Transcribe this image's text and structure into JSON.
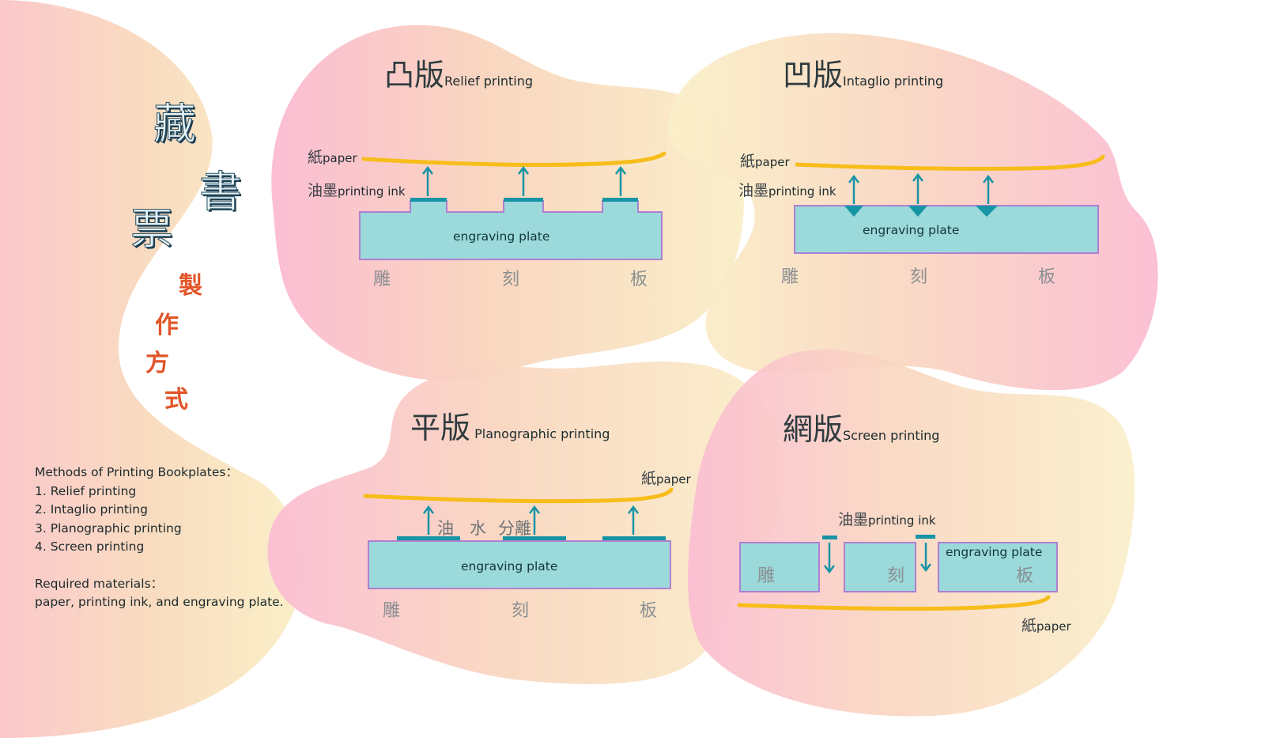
{
  "poster": {
    "title_chars": [
      "藏",
      "書",
      "票"
    ],
    "subtitle_chars": [
      "製",
      "作",
      "方",
      "式"
    ]
  },
  "colors": {
    "plate_fill": "#9bd9db",
    "plate_border": "#b07fd0",
    "ink": "#1794a6",
    "paper_line": "#f7bd1a",
    "title_text": "#1f4a5e",
    "subtitle_text": "#e2552a",
    "blob_pink": "#fbbcd3",
    "blob_yellow": "#faf0c8"
  },
  "info": {
    "methods_heading": "Methods of Printing Bookplates：",
    "methods": [
      "1. Relief printing",
      "2. Intaglio printing",
      "3. Planographic printing",
      "4. Screen printing"
    ],
    "materials_heading": "Required materials：",
    "materials": "paper, printing ink, and engraving plate."
  },
  "panels": {
    "relief": {
      "title_cjk": "凸版",
      "title_en": "Relief printing",
      "paper_cjk": "紙",
      "paper_en": "paper",
      "ink_cjk": "油墨",
      "ink_en": "printing ink",
      "plate_label": "engraving plate",
      "engraving_chars": [
        "雕",
        "刻",
        "板"
      ]
    },
    "intaglio": {
      "title_cjk": "凹版",
      "title_en": "Intaglio printing",
      "paper_cjk": "紙",
      "paper_en": "paper",
      "ink_cjk": "油墨",
      "ink_en": "printing ink",
      "plate_label": "engraving plate",
      "engraving_chars": [
        "雕",
        "刻",
        "板"
      ]
    },
    "planographic": {
      "title_cjk": "平版",
      "title_en": "Planographic printing",
      "paper_cjk": "紙",
      "paper_en": "paper",
      "separation_chars": [
        "油",
        "水",
        "分離"
      ],
      "plate_label": "engraving plate",
      "engraving_chars": [
        "雕",
        "刻",
        "板"
      ]
    },
    "screen": {
      "title_cjk": "網版",
      "title_en": "Screen printing",
      "paper_cjk": "紙",
      "paper_en": "paper",
      "ink_cjk": "油墨",
      "ink_en": "printing ink",
      "plate_label": "engraving plate",
      "engraving_chars": [
        "雕",
        "刻",
        "板"
      ]
    }
  }
}
